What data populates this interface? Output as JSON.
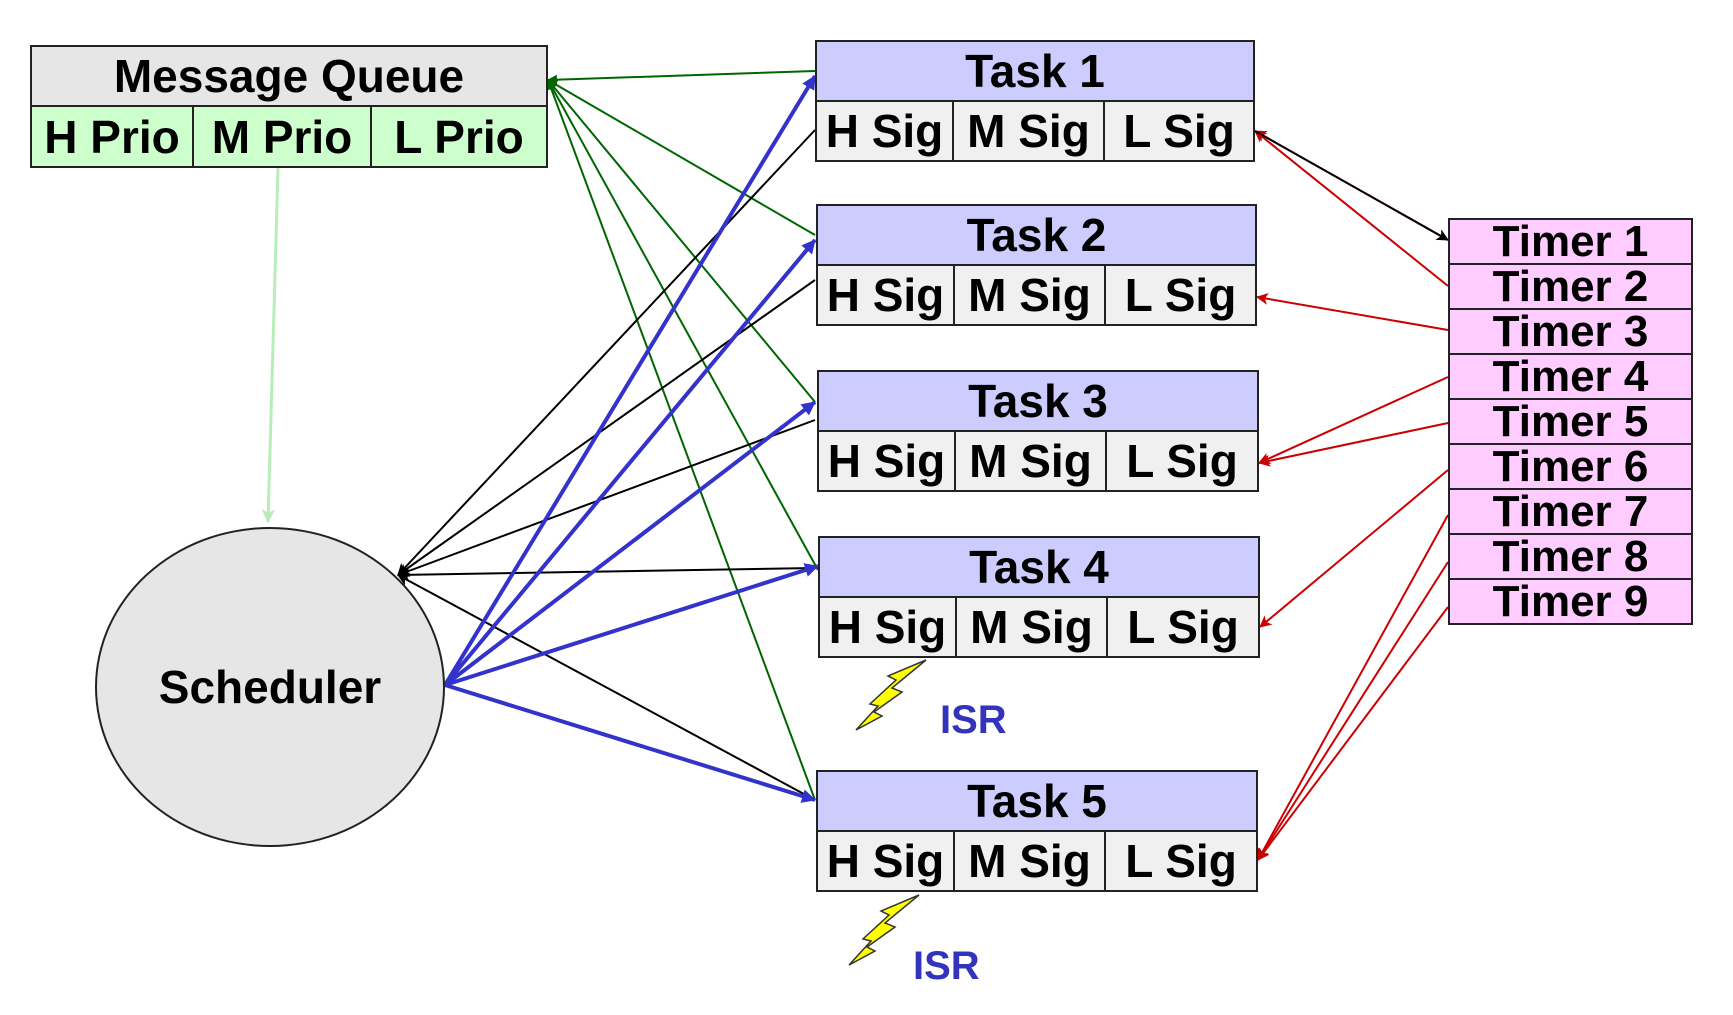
{
  "colors": {
    "task_header": "#ccccff",
    "task_cell": "#f0f0f0",
    "queue_header": "#e6e6e6",
    "queue_cell": "#ccffcc",
    "timer_fill": "#ffccff",
    "scheduler_fill": "#e6e6e6",
    "green_arrow": "#006600",
    "blue_arrow": "#3333cc",
    "black_arrow": "#000000",
    "red_arrow": "#cc0000",
    "light_green_arrow": "#b8ecb8",
    "isr_text": "#3333bb",
    "bolt_fill": "#ffff00"
  },
  "message_queue": {
    "title": "Message Queue",
    "cells": [
      "H Prio",
      "M Prio",
      "L Prio"
    ]
  },
  "scheduler": {
    "label": "Scheduler"
  },
  "tasks": [
    {
      "title": "Task 1",
      "cells": [
        "H Sig",
        "M Sig",
        "L Sig"
      ]
    },
    {
      "title": "Task 2",
      "cells": [
        "H Sig",
        "M Sig",
        "L Sig"
      ]
    },
    {
      "title": "Task 3",
      "cells": [
        "H Sig",
        "M Sig",
        "L Sig"
      ]
    },
    {
      "title": "Task 4",
      "cells": [
        "H Sig",
        "M Sig",
        "L Sig"
      ]
    },
    {
      "title": "Task 5",
      "cells": [
        "H Sig",
        "M Sig",
        "L Sig"
      ]
    }
  ],
  "timers": [
    "Timer 1",
    "Timer 2",
    "Timer 3",
    "Timer 4",
    "Timer 5",
    "Timer 6",
    "Timer 7",
    "Timer 8",
    "Timer 9"
  ],
  "isr": [
    {
      "label": "ISR",
      "icon": "lightning-bolt-icon"
    },
    {
      "label": "ISR",
      "icon": "lightning-bolt-icon"
    }
  ]
}
